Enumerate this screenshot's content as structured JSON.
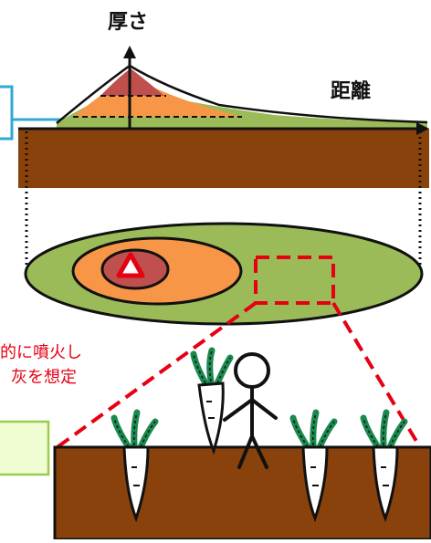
{
  "labels": {
    "thickness_axis": "厚さ",
    "distance_axis": "距離",
    "note_line1": "的に噴火し",
    "note_line2": "灰を想定"
  },
  "colors": {
    "soil": "#8a420c",
    "ash_green": "#9bbb59",
    "ash_orange": "#f79646",
    "ash_red": "#c0504d",
    "vent_red": "#e60012",
    "callout_blue": "#31a9d6",
    "note_box_fill": "#f0fcd2",
    "note_box_border": "#9bcc50",
    "leaf_green": "#1a8a4f",
    "dashed_red": "#e60012"
  },
  "icons": [
    "volcano-vent-icon",
    "stick-figure-farmer-icon",
    "daikon-radish-icon"
  ]
}
